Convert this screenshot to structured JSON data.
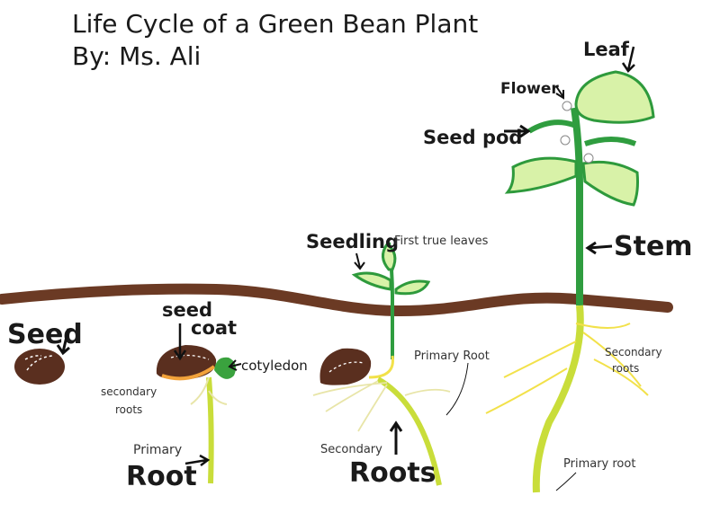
{
  "title": "Life Cycle of a Green Bean Plant",
  "author": "By: Ms. Ali",
  "labels": {
    "seed": "Seed",
    "seed_coat_1": "seed",
    "seed_coat_2": "coat",
    "cotyledon": "cotyledon",
    "secondary_roots_1a": "secondary",
    "secondary_roots_1b": "roots",
    "primary_1a": "Primary",
    "root_1b": "Root",
    "seedling": "Seedling",
    "first_true_leaves": "First true leaves",
    "primary_root_2": "Primary Root",
    "secondary_2": "Secondary",
    "roots_2": "Roots",
    "leaf": "Leaf",
    "flower": "Flower",
    "seed_pod": "Seed pod",
    "stem": "Stem",
    "secondary_roots_3a": "Secondary",
    "secondary_roots_3b": "roots",
    "primary_root_3": "Primary root"
  },
  "colors": {
    "soil": "#6b3a24",
    "seed": "#5a2f1f",
    "leaf_fill": "#d8f2a8",
    "leaf_edge": "#2e9a3c",
    "stem": "#2f9d3f",
    "root": "#c9dd3a",
    "ink": "#1a1a1a"
  }
}
